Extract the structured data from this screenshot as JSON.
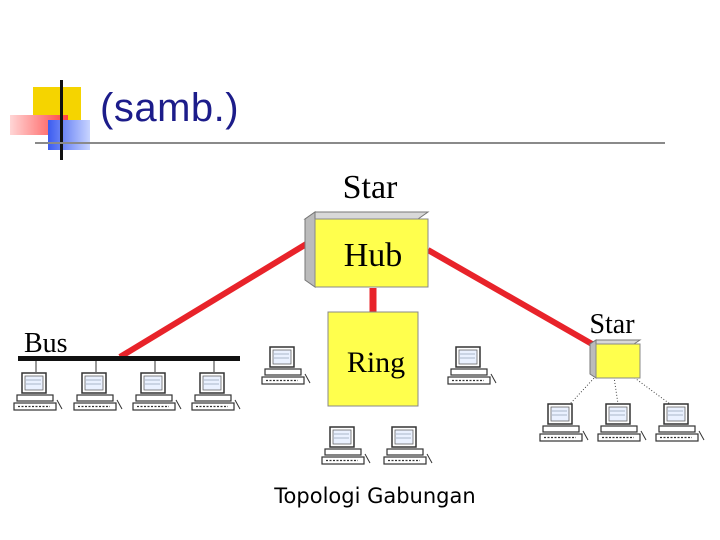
{
  "slide": {
    "title": "(samb.)",
    "caption": "Topologi Gabungan"
  },
  "diagram": {
    "labels": {
      "star_top": "Star",
      "hub": "Hub",
      "bus": "Bus",
      "ring": "Ring",
      "star_right": "Star"
    },
    "colors": {
      "link": "#e8232a",
      "box_fill": "#ffff4d",
      "box_side": "#d8d8d8",
      "bus_line": "#111111",
      "title": "#1c1c8a"
    }
  }
}
